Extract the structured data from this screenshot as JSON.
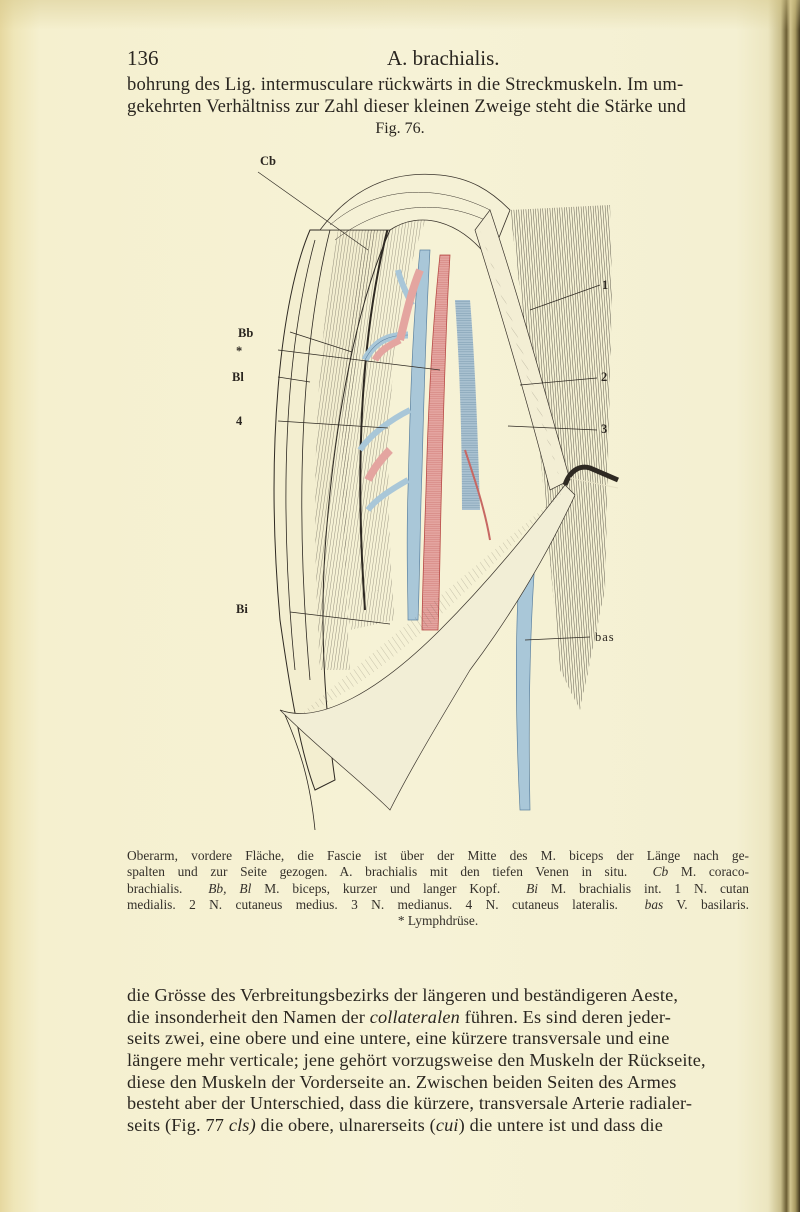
{
  "page": {
    "number": "136",
    "running_title": "A. brachialis."
  },
  "top_text": {
    "lines": [
      "bohrung des Lig. intermusculare rückwärts in die Streckmuskeln. Im um-",
      "gekehrten Verhältniss zur Zahl dieser kleinen Zweige steht die Stärke und"
    ]
  },
  "figure": {
    "label": "Fig. 76.",
    "description": "Anatomical illustration of the anterior upper arm showing A. brachialis with deep veins",
    "colors": {
      "artery": "#d98a86",
      "vein": "#a9c7d8",
      "muscle_lines": "#3a342c",
      "paper": "#f4f0cf"
    },
    "labels": {
      "cb": "Cb",
      "bb": "Bb",
      "star": "*",
      "bl": "Bl",
      "four": "4",
      "bi": "Bi",
      "one": "1",
      "two": "2",
      "three": "3",
      "bas": "bas"
    }
  },
  "caption": {
    "line1": "Oberarm, vordere Fläche, die Fascie ist über der Mitte des M. biceps der Länge nach ge-",
    "line2_a": "spalten und zur Seite gezogen. A. brachialis mit den tiefen Venen in situ.",
    "line2_abbr": "Cb",
    "line2_b": "M. coraco-",
    "line3_a": "brachialis.",
    "line3_abbr1": "Bb, Bl",
    "line3_b": "M. biceps, kurzer und langer Kopf.",
    "line3_abbr2": "Bi",
    "line3_c": "M. brachialis int.   1 N. cutan",
    "line4_a": "medialis. 2 N. cutaneus medius. 3 N. medianus. 4 N. cutaneus lateralis.",
    "line4_abbr": "bas",
    "line4_b": "V. basilaris.",
    "line5": "* Lymphdrüse."
  },
  "bottom_text": {
    "line1": "die Grösse des Verbreitungsbezirks der längeren und beständigeren Aeste,",
    "line2_a": "die insonderheit den Namen der",
    "line2_italic": "collateralen",
    "line2_b": "führen. Es sind deren jeder-",
    "line3": "seits zwei, eine obere und eine untere, eine kürzere transversale und eine",
    "line4": "längere mehr verticale; jene gehört vorzugsweise den Muskeln der Rückseite,",
    "line5": "diese den Muskeln der Vorderseite an. Zwischen beiden Seiten des Armes",
    "line6": "besteht aber der Unterschied, dass die kürzere, transversale Arterie radialer-",
    "line7_a": "seits (Fig. 77",
    "line7_italic1": "cls)",
    "line7_b": "die obere, ulnarerseits (",
    "line7_italic2": "cui",
    "line7_c": ") die untere ist und dass die"
  }
}
